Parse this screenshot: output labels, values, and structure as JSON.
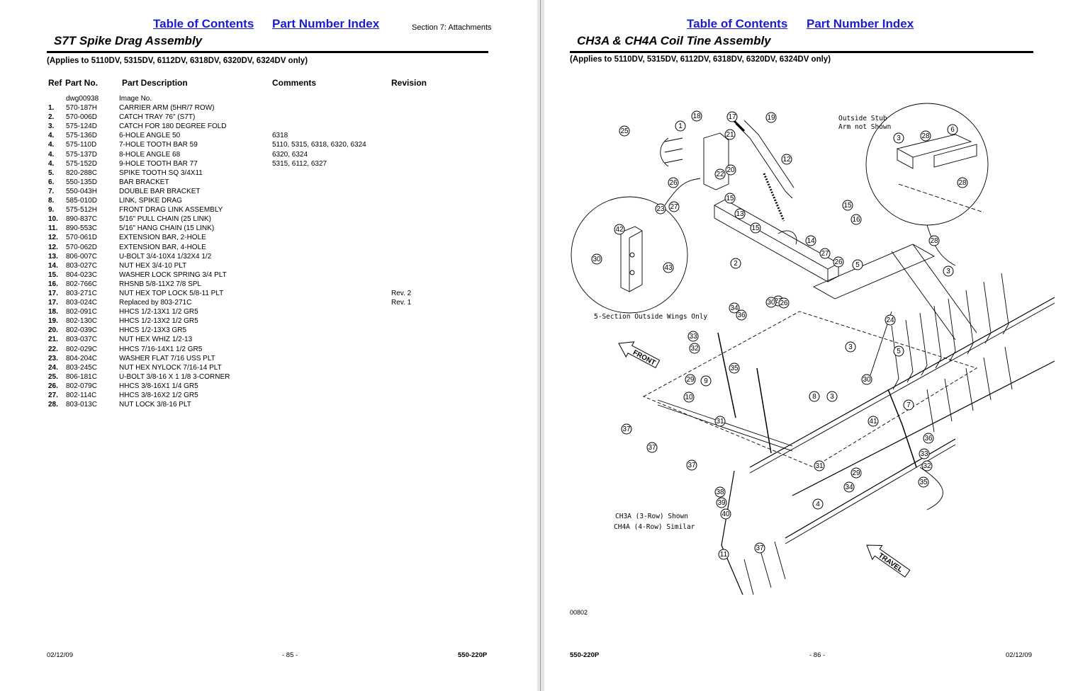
{
  "left_page": {
    "nav": {
      "toc": "Table of Contents",
      "pni": "Part Number Index"
    },
    "section": "Section 7: Attachments",
    "title": "S7T Spike Drag Assembly",
    "applies": "(Applies to 5110DV, 5315DV, 6112DV, 6318DV, 6320DV, 6324DV only)",
    "headers": {
      "ref": "Ref",
      "part": "Part No.",
      "desc": "Part Description",
      "comments": "Comments",
      "revision": "Revision"
    },
    "rows": [
      {
        "ref": "",
        "part": "dwg00938",
        "desc": "Image No.",
        "comments": "",
        "rev": ""
      },
      {
        "ref": "1.",
        "part": "570-187H",
        "desc": "CARRIER ARM (5HR/7 ROW)",
        "comments": "",
        "rev": ""
      },
      {
        "ref": "2.",
        "part": "570-006D",
        "desc": "CATCH TRAY 76\" (S7T)",
        "comments": "",
        "rev": ""
      },
      {
        "ref": "3.",
        "part": "575-124D",
        "desc": "CATCH FOR 180 DEGREE FOLD",
        "comments": "",
        "rev": ""
      },
      {
        "ref": "4.",
        "part": "575-136D",
        "desc": "6-HOLE ANGLE 50",
        "comments": "6318",
        "rev": ""
      },
      {
        "ref": "4.",
        "part": "575-110D",
        "desc": "7-HOLE TOOTH BAR 59",
        "comments": "5110, 5315, 6318, 6320, 6324",
        "rev": ""
      },
      {
        "ref": "4.",
        "part": "575-137D",
        "desc": "8-HOLE ANGLE 68",
        "comments": "6320, 6324",
        "rev": ""
      },
      {
        "ref": "4.",
        "part": "575-152D",
        "desc": "9-HOLE TOOTH BAR 77",
        "comments": "5315, 6112, 6327",
        "rev": ""
      },
      {
        "ref": "5.",
        "part": "820-288C",
        "desc": "SPIKE TOOTH SQ 3/4X11",
        "comments": "",
        "rev": ""
      },
      {
        "ref": "6.",
        "part": "550-135D",
        "desc": "BAR BRACKET",
        "comments": "",
        "rev": ""
      },
      {
        "ref": "7.",
        "part": "550-043H",
        "desc": "DOUBLE BAR BRACKET",
        "comments": "",
        "rev": ""
      },
      {
        "ref": "8.",
        "part": "585-010D",
        "desc": "LINK, SPIKE DRAG",
        "comments": "",
        "rev": ""
      },
      {
        "ref": "9.",
        "part": "575-512H",
        "desc": "FRONT DRAG LINK ASSEMBLY",
        "comments": "",
        "rev": ""
      },
      {
        "ref": "10.",
        "part": "890-837C",
        "desc": "5/16\" PULL CHAIN (25 LINK)",
        "comments": "",
        "rev": ""
      },
      {
        "ref": "11.",
        "part": "890-553C",
        "desc": "5/16\" HANG CHAIN (15 LINK)",
        "comments": "",
        "rev": ""
      },
      {
        "ref": "12.",
        "part": "570-061D",
        "desc": "EXTENSION BAR, 2-HOLE",
        "comments": "",
        "rev": ""
      },
      {
        "ref": "12.",
        "part": "570-062D",
        "desc": "EXTENSION BAR, 4-HOLE",
        "comments": "",
        "rev": ""
      },
      {
        "ref": "13.",
        "part": "806-007C",
        "desc": "U-BOLT 3/4-10X4 1/32X4 1/2",
        "comments": "",
        "rev": ""
      },
      {
        "ref": "14.",
        "part": "803-027C",
        "desc": "NUT HEX 3/4-10 PLT",
        "comments": "",
        "rev": ""
      },
      {
        "ref": "15.",
        "part": "804-023C",
        "desc": "WASHER LOCK SPRING 3/4 PLT",
        "comments": "",
        "rev": ""
      },
      {
        "ref": "16.",
        "part": "802-766C",
        "desc": "RHSNB 5/8-11X2 7/8 SPL",
        "comments": "",
        "rev": ""
      },
      {
        "ref": "17.",
        "part": "803-271C",
        "desc": "NUT HEX TOP LOCK 5/8-11 PLT",
        "comments": "",
        "rev": "Rev. 2"
      },
      {
        "ref": "17.",
        "part": "803-024C",
        "desc": "Replaced by 803-271C",
        "comments": "",
        "rev": "Rev. 1"
      },
      {
        "ref": "18.",
        "part": "802-091C",
        "desc": "HHCS 1/2-13X1 1/2 GR5",
        "comments": "",
        "rev": ""
      },
      {
        "ref": "19.",
        "part": "802-130C",
        "desc": "HHCS 1/2-13X2 1/2 GR5",
        "comments": "",
        "rev": ""
      },
      {
        "ref": "20.",
        "part": "802-039C",
        "desc": "HHCS 1/2-13X3 GR5",
        "comments": "",
        "rev": ""
      },
      {
        "ref": "21.",
        "part": "803-037C",
        "desc": "NUT HEX WHIZ 1/2-13",
        "comments": "",
        "rev": ""
      },
      {
        "ref": "22.",
        "part": "802-029C",
        "desc": "HHCS 7/16-14X1 1/2 GR5",
        "comments": "",
        "rev": ""
      },
      {
        "ref": "23.",
        "part": "804-204C",
        "desc": "WASHER FLAT 7/16 USS PLT",
        "comments": "",
        "rev": ""
      },
      {
        "ref": "24.",
        "part": "803-245C",
        "desc": "NUT HEX NYLOCK 7/16-14 PLT",
        "comments": "",
        "rev": ""
      },
      {
        "ref": "25.",
        "part": "806-181C",
        "desc": "U-BOLT 3/8-16 X 1 1/8 3-CORNER",
        "comments": "",
        "rev": ""
      },
      {
        "ref": "26.",
        "part": "802-079C",
        "desc": "HHCS 3/8-16X1 1/4 GR5",
        "comments": "",
        "rev": ""
      },
      {
        "ref": "27.",
        "part": "802-114C",
        "desc": "HHCS 3/8-16X2 1/2 GR5",
        "comments": "",
        "rev": ""
      },
      {
        "ref": "28.",
        "part": "803-013C",
        "desc": "NUT LOCK 3/8-16 PLT",
        "comments": "",
        "rev": ""
      }
    ],
    "footer": {
      "date": "02/12/09",
      "page": "- 85 -",
      "doc": "550-220P"
    }
  },
  "right_page": {
    "nav": {
      "toc": "Table of Contents",
      "pni": "Part Number Index"
    },
    "title": "CH3A & CH4A Coil Tine Assembly",
    "applies": "(Applies to 5110DV, 5315DV, 6112DV, 6318DV, 6320DV, 6324DV only)",
    "diagram": {
      "note_stub_1": "Outside Stub",
      "note_stub_2": "Arm not Shown",
      "note_wings": "5-Section Outside Wings Only",
      "note_model_1": "CH3A (3-Row) Shown",
      "note_model_2": "CH4A (4-Row) Similar",
      "front_label": "FRONT",
      "travel_label": "TRAVEL",
      "drawing_code": "00802"
    },
    "footer": {
      "doc": "550-220P",
      "page": "- 86 -",
      "date": "02/12/09"
    }
  }
}
